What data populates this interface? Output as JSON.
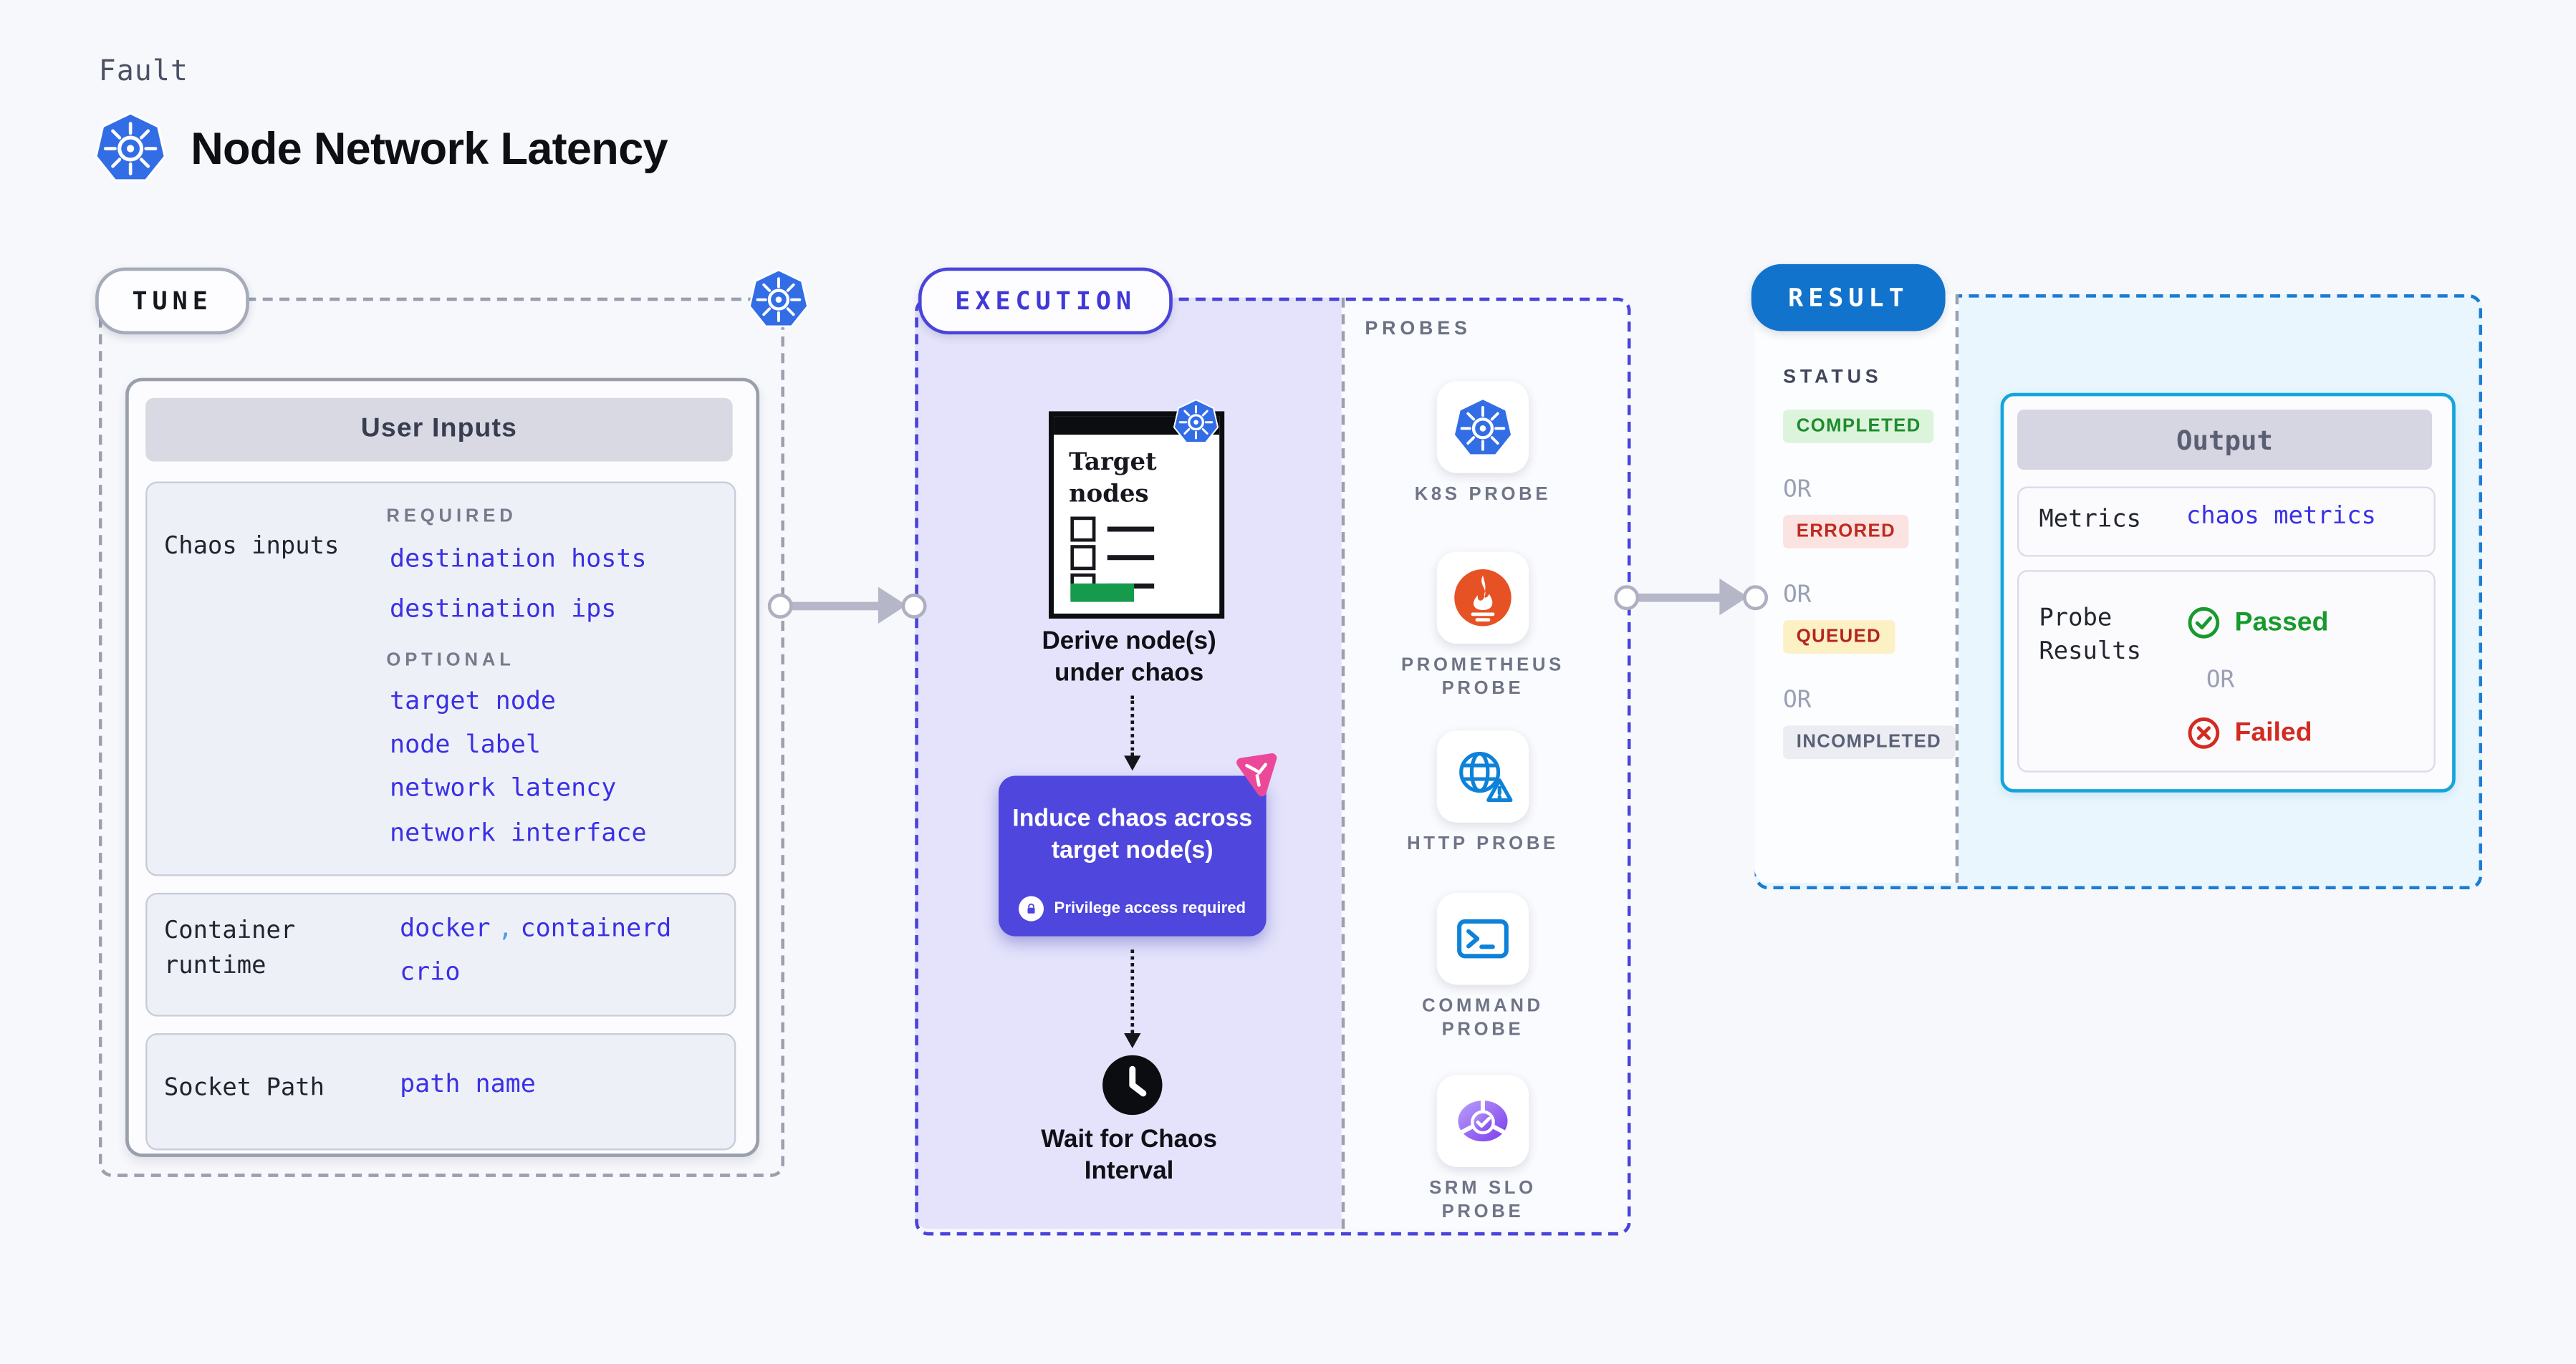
{
  "header": {
    "fault_label": "Fault",
    "title": "Node Network Latency"
  },
  "tune": {
    "pill": "TUNE",
    "card_title": "User Inputs",
    "chaos": {
      "label": "Chaos inputs",
      "required_label": "REQUIRED",
      "required": [
        "destination hosts",
        "destination ips"
      ],
      "optional_label": "OPTIONAL",
      "optional": [
        "target node",
        "node label",
        "network latency",
        "network interface"
      ]
    },
    "runtime": {
      "label": "Container runtime",
      "values": [
        "docker",
        "containerd",
        "crio"
      ],
      "separator": ","
    },
    "socket": {
      "label": "Socket Path",
      "value": "path name"
    }
  },
  "execution": {
    "pill": "EXECUTION",
    "target_nodes": {
      "line1": "Target",
      "line2": "nodes"
    },
    "derive": {
      "line1": "Derive node(s)",
      "line2": "under chaos"
    },
    "induce": {
      "line1": "Induce chaos across",
      "line2": "target node(s)",
      "privilege": "Privilege access required"
    },
    "wait": {
      "line1": "Wait for Chaos",
      "line2": "Interval"
    }
  },
  "probes": {
    "label": "PROBES",
    "items": [
      {
        "icon": "kubernetes-icon",
        "lines": [
          "K8S PROBE"
        ]
      },
      {
        "icon": "prometheus-icon",
        "lines": [
          "PROMETHEUS",
          "PROBE"
        ]
      },
      {
        "icon": "http-globe-warning-icon",
        "lines": [
          "HTTP PROBE"
        ]
      },
      {
        "icon": "terminal-icon",
        "lines": [
          "COMMAND",
          "PROBE"
        ]
      },
      {
        "icon": "srm-slo-icon",
        "lines": [
          "SRM SLO",
          "PROBE"
        ]
      }
    ]
  },
  "result": {
    "pill": "RESULT",
    "status": {
      "label": "STATUS",
      "or_label": "OR",
      "badges": [
        {
          "label": "COMPLETED",
          "kind": "success"
        },
        {
          "label": "ERRORED",
          "kind": "error"
        },
        {
          "label": "QUEUED",
          "kind": "queued"
        },
        {
          "label": "INCOMPLETED",
          "kind": "neutral"
        }
      ]
    },
    "output": {
      "title": "Output",
      "metrics_label": "Metrics",
      "metrics_value": "chaos metrics",
      "probe_label": "Probe Results",
      "passed": "Passed",
      "or_label": "OR",
      "failed": "Failed"
    }
  },
  "colors": {
    "accent_indigo": "#4a44da",
    "induce_bg": "#4f46dd",
    "link_indigo": "#3a30e4",
    "kubernetes_blue": "#326de6",
    "prometheus_orange": "#e75225",
    "http_blue": "#0e82d8",
    "srm_purple": "#8b5cf6",
    "litmus_pink": "#ec4899",
    "result_blue": "#1173cc",
    "output_border": "#14a5dc",
    "success_green": "#1d8c2c",
    "error_red": "#c02a1f",
    "queued_text": "#b5251c",
    "queued_bg": "#fcf0c5",
    "neutral_text": "#596076",
    "arrow_gray": "#b5b7c8",
    "target_green": "#169a4b"
  }
}
